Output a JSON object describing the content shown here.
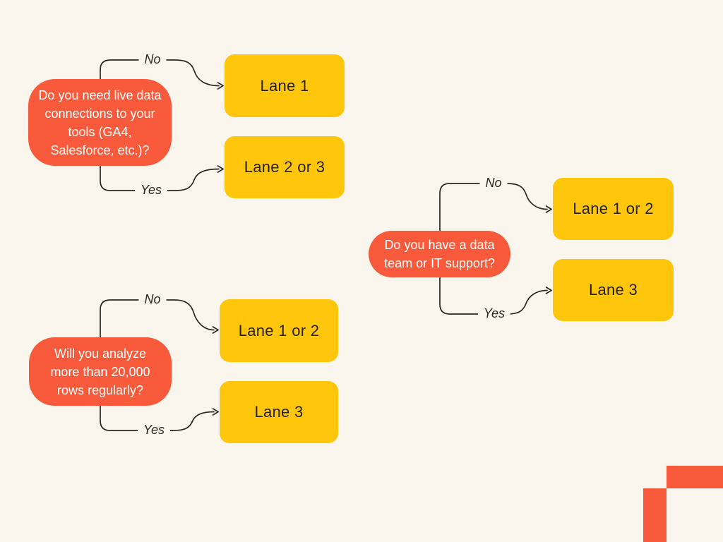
{
  "page": {
    "background": "#FAF6ED"
  },
  "palette": {
    "decision_fill": "#FA5A3C",
    "decision_text": "#FFFFFF",
    "outcome_fill": "#FFC60B",
    "outcome_text": "#26221E",
    "connector_line": "#2B2722",
    "decor_accent": "#FA5A3C"
  },
  "flowcharts": [
    {
      "name": "live-data-connections",
      "question": "Do you need live data connections to your tools (GA4, Salesforce, etc.)?",
      "branches": {
        "no": {
          "label": "No",
          "outcome": "Lane 1"
        },
        "yes": {
          "label": "Yes",
          "outcome": "Lane 2 or 3"
        }
      }
    },
    {
      "name": "row-volume",
      "question": "Will you analyze more than 20,000 rows regularly?",
      "branches": {
        "no": {
          "label": "No",
          "outcome": "Lane 1 or 2"
        },
        "yes": {
          "label": "Yes",
          "outcome": "Lane 3"
        }
      }
    },
    {
      "name": "data-team-support",
      "question": "Do you have a data team or IT support?",
      "branches": {
        "no": {
          "label": "No",
          "outcome": "Lane 1 or 2"
        },
        "yes": {
          "label": "Yes",
          "outcome": "Lane 3"
        }
      }
    }
  ]
}
